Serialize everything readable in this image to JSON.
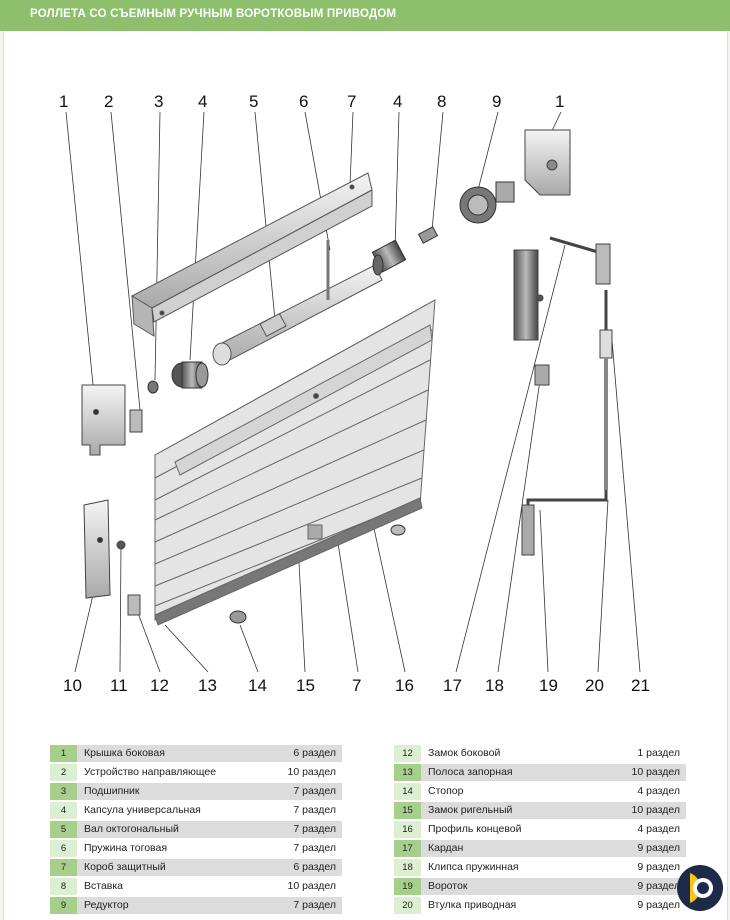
{
  "header": {
    "title": "РОЛЛЕТА СО СЪЕМНЫМ РУЧНЫМ ВОРОТКОВЫМ ПРИВОДОМ"
  },
  "callouts_top": [
    "1",
    "2",
    "3",
    "4",
    "5",
    "6",
    "7",
    "4",
    "8",
    "9",
    "1"
  ],
  "callouts_bottom": [
    "10",
    "11",
    "12",
    "13",
    "14",
    "15",
    "7",
    "16",
    "17",
    "18",
    "19",
    "20",
    "21"
  ],
  "parts_left": [
    {
      "num": "1",
      "name": "Крышка боковая",
      "section": "6 раздел"
    },
    {
      "num": "2",
      "name": "Устройство направляющее",
      "section": "10 раздел"
    },
    {
      "num": "3",
      "name": "Подшипник",
      "section": "7 раздел"
    },
    {
      "num": "4",
      "name": "Капсула универсальная",
      "section": "7 раздел"
    },
    {
      "num": "5",
      "name": "Вал октогональный",
      "section": "7 раздел"
    },
    {
      "num": "6",
      "name": "Пружина тоговая",
      "section": "7 раздел"
    },
    {
      "num": "7",
      "name": "Короб защитный",
      "section": "6 раздел"
    },
    {
      "num": "8",
      "name": "Вставка",
      "section": "10 раздел"
    },
    {
      "num": "9",
      "name": "Редуктор",
      "section": "7 раздел"
    }
  ],
  "parts_right": [
    {
      "num": "12",
      "name": "Замок боковой",
      "section": "1 раздел"
    },
    {
      "num": "13",
      "name": "Полоса запорная",
      "section": "10 раздел"
    },
    {
      "num": "14",
      "name": "Стопор",
      "section": "4 раздел"
    },
    {
      "num": "15",
      "name": "Замок ригельный",
      "section": "10 раздел"
    },
    {
      "num": "16",
      "name": "Профиль концевой",
      "section": "4 раздел"
    },
    {
      "num": "17",
      "name": "Кардан",
      "section": "9 раздел"
    },
    {
      "num": "18",
      "name": "Клипса пружинная",
      "section": "9 раздел"
    },
    {
      "num": "19",
      "name": "Вороток",
      "section": "9 раздел"
    },
    {
      "num": "20",
      "name": "Втулка приводная",
      "section": "9 раздел"
    }
  ],
  "colors": {
    "header": "#8dbf6d",
    "num_dark": "#a7cf8c",
    "num_light": "#dcefd2",
    "logo_yellow": "#f5c518",
    "logo_navy": "#1d2a4a"
  }
}
